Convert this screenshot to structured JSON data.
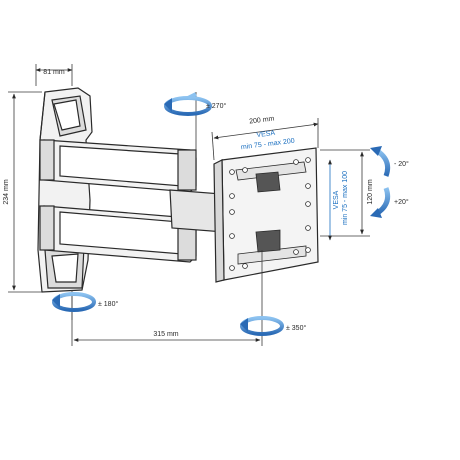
{
  "dimensions": {
    "depth": "81 mm",
    "height": "234 mm",
    "reach": "315 mm",
    "plate_width": "200 mm",
    "plate_height": "120 mm"
  },
  "vesa": {
    "horizontal_title": "VESA",
    "horizontal_range": "min 75 - max 200",
    "vertical_title": "VESA",
    "vertical_range": "min 75 - max 100"
  },
  "rotations": {
    "top_swivel": "± 270°",
    "wall_swivel": "± 180°",
    "plate_rotation": "± 350°",
    "tilt_up": "- 20°",
    "tilt_down": "+20°"
  },
  "colors": {
    "line": "#2a2a2a",
    "dim": "#3a3a3a",
    "vesa_text": "#1a6fc0",
    "arrow_fill": "#4a90d9",
    "arrow_dark": "#2a6ab5",
    "arm_fill": "#f2f2f2",
    "arm_shade": "#d8d8d8"
  }
}
